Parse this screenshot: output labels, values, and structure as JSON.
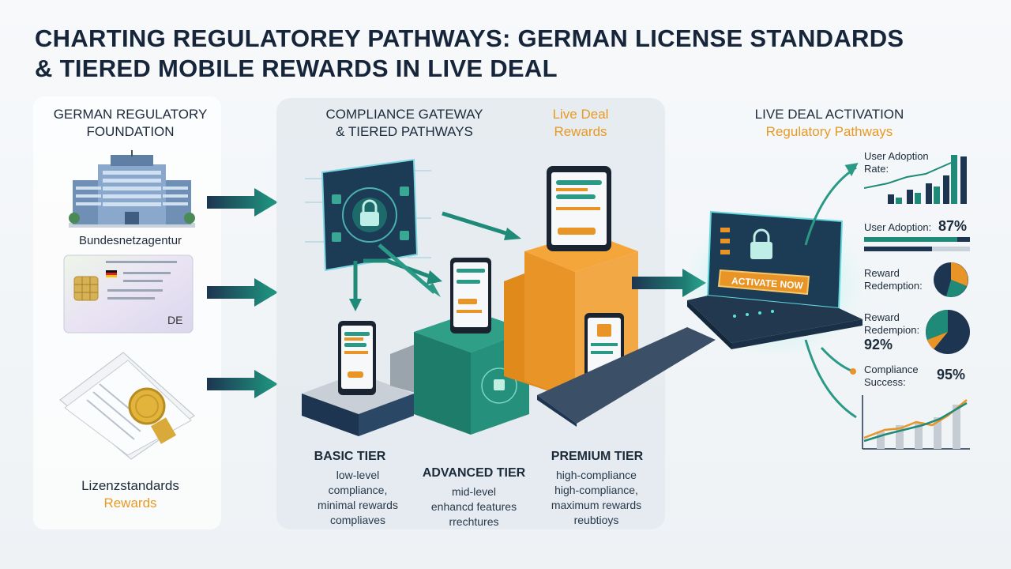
{
  "title": {
    "line1": "CHARTING REGULATOREY PATHWAYS: GERMAN LICENSE STANDARDS",
    "line2": "& TIERED MOBILE REWARDS IN LIVE DEAL"
  },
  "left": {
    "heading": "GERMAN REGULATORY FOUNDATION",
    "agency_label": "Bundesnetzagentur",
    "card_country": "DE",
    "standards_label": "Lizenzstandards",
    "rewards_label": "Rewards"
  },
  "center": {
    "heading_line1": "COMPLIANCE GATEWAY",
    "heading_line2": "& TIERED PATHWAYS",
    "live_line1": "Live Deal",
    "live_line2": "Rewards",
    "tiers": [
      {
        "name": "BASIC TIER",
        "desc": [
          "low-level",
          "compliance,",
          "minimal rewards",
          "compliaves"
        ]
      },
      {
        "name": "ADVANCED TIER",
        "desc": [
          "mid-level",
          "enhancd features",
          "rrechtures"
        ]
      },
      {
        "name": "PREMIUM TIER",
        "desc": [
          "high-compliance",
          "high-compliance,",
          "maximum rewards",
          "reubtioys"
        ]
      }
    ]
  },
  "right": {
    "heading_line1": "LIVE DEAL ACTIVATION",
    "heading_line2": "Regulatory Pathways",
    "activate_label": "ACTIVATE NOW",
    "metrics": {
      "adoption_rate_label": "User Adoption Rate:",
      "adoption_label": "User Adoption:",
      "adoption_value": "87%",
      "redemption_label": "Reward Redemption:",
      "redemption2_label": "Reward Redempion:",
      "redemption_value": "92%",
      "compliance_label": "Compliance Success:",
      "compliance_value": "95%"
    }
  },
  "colors": {
    "teal": "#1f8a78",
    "navy": "#1d3550",
    "orange": "#e99426"
  }
}
